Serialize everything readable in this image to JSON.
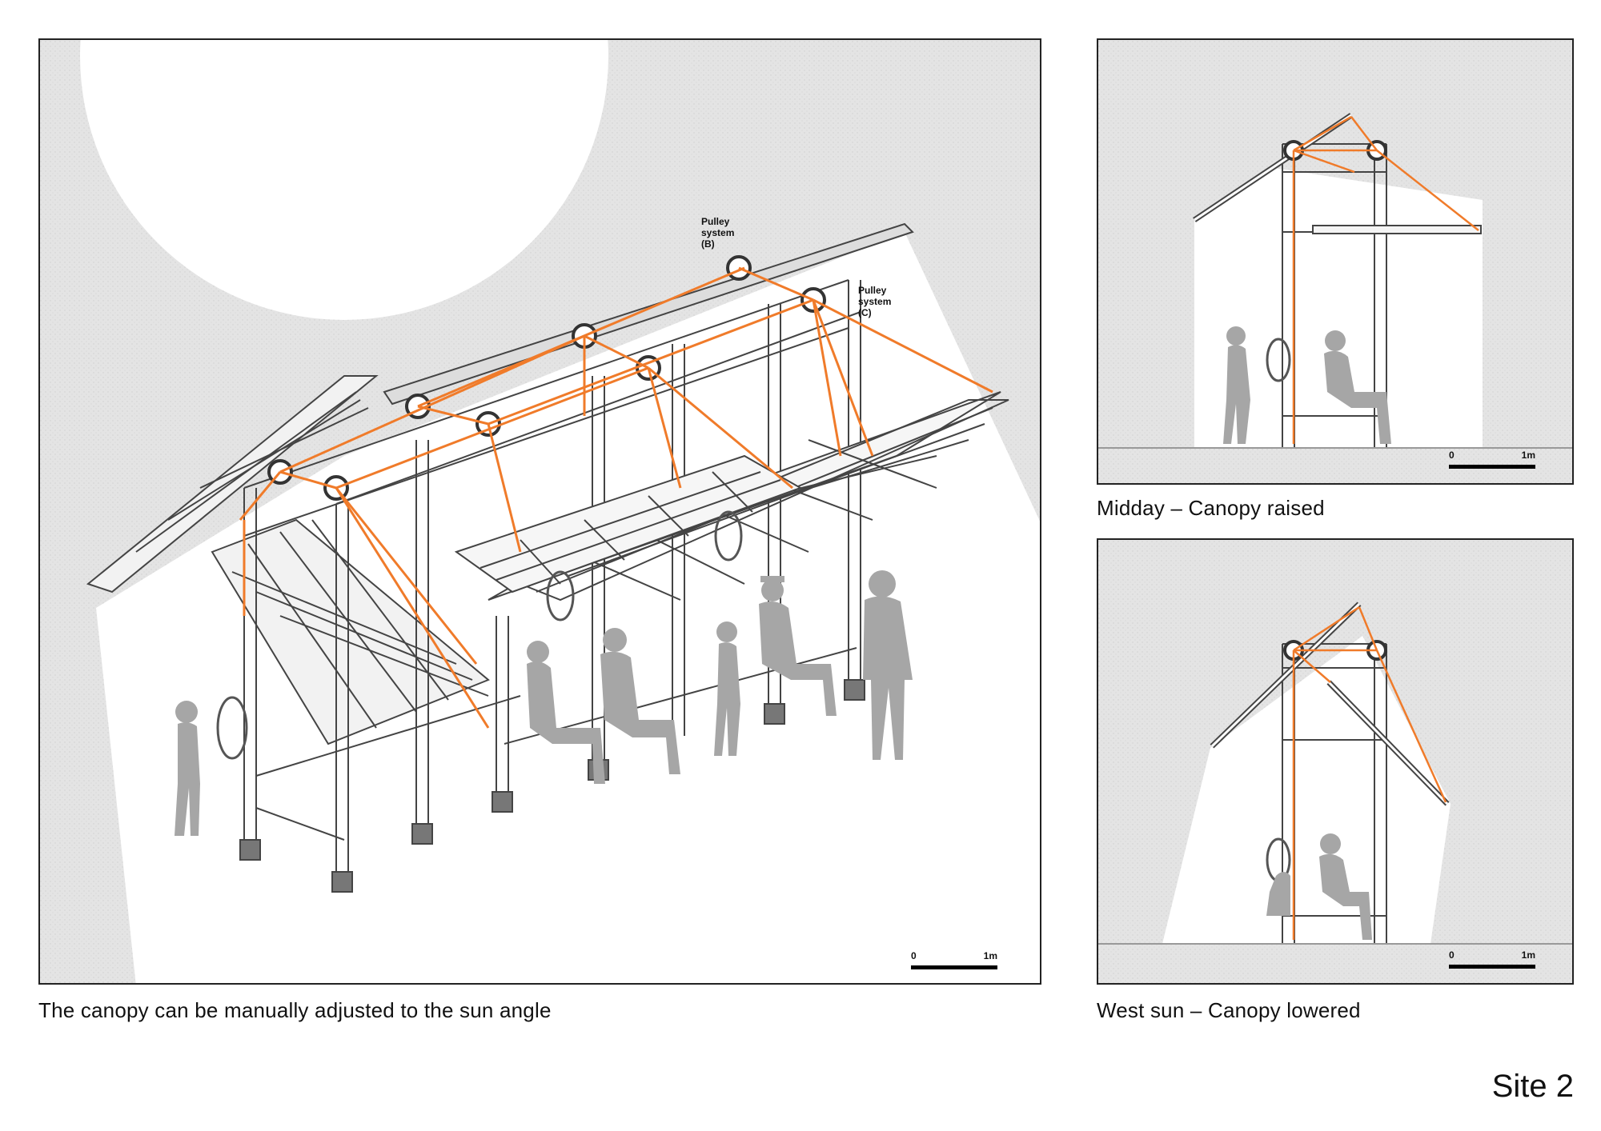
{
  "main": {
    "caption": "The canopy can be manually adjusted to the sun angle",
    "labels": {
      "pulley_b": [
        "Pulley",
        "system",
        "(B)"
      ],
      "pulley_c": [
        "Pulley",
        "system",
        "(C)"
      ]
    },
    "scale": {
      "start": "0",
      "end": "1m"
    }
  },
  "midday": {
    "caption": "Midday – Canopy raised",
    "scale": {
      "start": "0",
      "end": "1m"
    }
  },
  "west": {
    "caption": "West sun – Canopy lowered",
    "scale": {
      "start": "0",
      "end": "1m"
    }
  },
  "sheet_title": "Site 2",
  "colors": {
    "cable": "#f07b2a",
    "frame": "#444444",
    "silhouette": "#a6a6a6",
    "shade": "#e6e6e6",
    "sky": "#ffffff"
  }
}
